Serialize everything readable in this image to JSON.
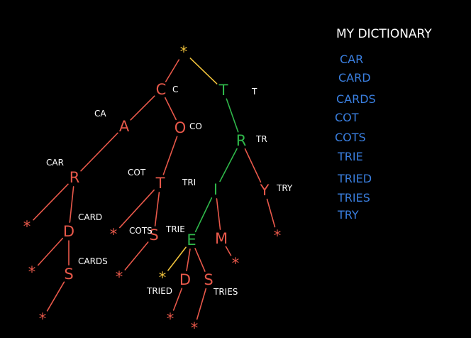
{
  "colors": {
    "red": "#e8584a",
    "green": "#2fb84a",
    "yellow": "#f0c23b",
    "white": "#ffffff",
    "blue": "#3a7fe0",
    "background": "#000000"
  },
  "trie": {
    "root": "*",
    "nodes": {
      "root": "*",
      "c": "C",
      "t": "T",
      "a": "A",
      "o": "O",
      "r1": "R",
      "t2": "T",
      "r2": "R",
      "end_car": "*",
      "d1": "D",
      "end_cot": "*",
      "s1": "S",
      "i": "I",
      "y": "Y",
      "end_card": "*",
      "s2": "S",
      "end_cots": "*",
      "e": "E",
      "m": "M",
      "end_try": "*",
      "end_cards": "*",
      "end_trie": "*",
      "d2": "D",
      "s3": "S",
      "end_tries": "*",
      "end_tried": "*"
    },
    "prefixes": {
      "c": "C",
      "t": "T",
      "ca": "CA",
      "co": "CO",
      "car": "CAR",
      "cot": "COT",
      "tr": "TR",
      "tri": "TRI",
      "try": "TRY",
      "card": "CARD",
      "cots": "COTS",
      "trie": "TRIE",
      "cards": "CARDS",
      "tried": "TRIED",
      "tries": "TRIES"
    }
  },
  "dictionary": {
    "title": "MY DICTIONARY",
    "words": [
      "CAR",
      "CARD",
      "CARDS",
      "COT",
      "COTS",
      "TRIE",
      "TRIED",
      "TRIES",
      "TRY"
    ]
  }
}
